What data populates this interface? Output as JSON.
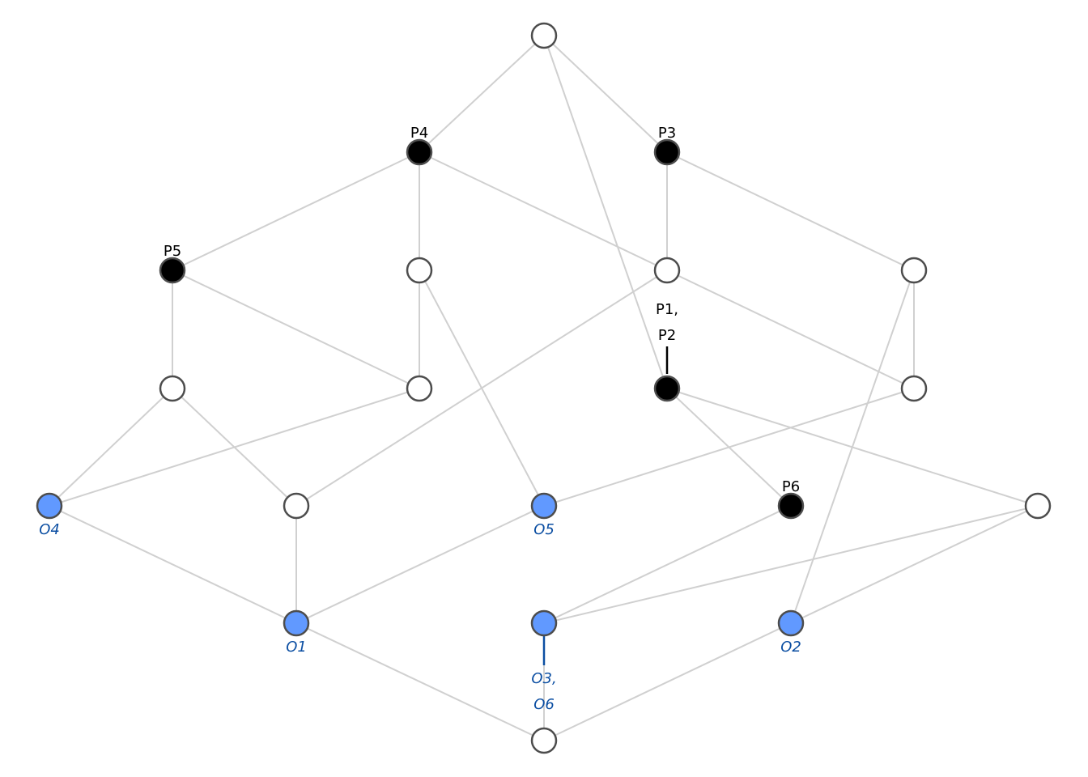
{
  "colors": {
    "edge": "#d0d0d0",
    "empty": "#ffffff",
    "property": "#000000",
    "object": "#6199ff",
    "object_text": "#0b4ea2",
    "outline": "#4d4d4d"
  },
  "nodes": [
    {
      "id": "top",
      "type": "empty"
    },
    {
      "id": "n4",
      "type": "property",
      "label": "P4"
    },
    {
      "id": "n3",
      "type": "property",
      "label": "P3"
    },
    {
      "id": "n5",
      "type": "property",
      "label": "P5"
    },
    {
      "id": "a1",
      "type": "empty"
    },
    {
      "id": "a2",
      "type": "empty"
    },
    {
      "id": "a3",
      "type": "empty"
    },
    {
      "id": "b1",
      "type": "empty"
    },
    {
      "id": "b2",
      "type": "empty"
    },
    {
      "id": "n12",
      "type": "property",
      "label_lines": [
        "P1,",
        "P2"
      ]
    },
    {
      "id": "b4",
      "type": "empty"
    },
    {
      "id": "o4",
      "type": "object",
      "label": "O4"
    },
    {
      "id": "c2",
      "type": "empty"
    },
    {
      "id": "o5",
      "type": "object",
      "label": "O5"
    },
    {
      "id": "n6",
      "type": "property",
      "label": "P6"
    },
    {
      "id": "c5",
      "type": "empty"
    },
    {
      "id": "o1",
      "type": "object",
      "label": "O1"
    },
    {
      "id": "o36",
      "type": "object",
      "label_lines": [
        "O3,",
        "O6"
      ]
    },
    {
      "id": "o2",
      "type": "object",
      "label": "O2"
    },
    {
      "id": "bottom",
      "type": "empty"
    }
  ],
  "edges": [
    [
      "top",
      "n4"
    ],
    [
      "top",
      "n3"
    ],
    [
      "top",
      "n12"
    ],
    [
      "n4",
      "n5"
    ],
    [
      "n4",
      "a1"
    ],
    [
      "n4",
      "a2"
    ],
    [
      "n3",
      "a2"
    ],
    [
      "n3",
      "a3"
    ],
    [
      "n5",
      "b1"
    ],
    [
      "n5",
      "b2"
    ],
    [
      "a1",
      "b2"
    ],
    [
      "a1",
      "o5"
    ],
    [
      "a2",
      "c2"
    ],
    [
      "a2",
      "b4"
    ],
    [
      "a3",
      "b4"
    ],
    [
      "a3",
      "o2"
    ],
    [
      "b1",
      "o4"
    ],
    [
      "b1",
      "c2"
    ],
    [
      "b2",
      "o4"
    ],
    [
      "n12",
      "n6"
    ],
    [
      "n12",
      "c5"
    ],
    [
      "b4",
      "o5"
    ],
    [
      "o4",
      "o1"
    ],
    [
      "c2",
      "o1"
    ],
    [
      "o5",
      "o1"
    ],
    [
      "n6",
      "o36"
    ],
    [
      "c5",
      "o36"
    ],
    [
      "c5",
      "o2"
    ],
    [
      "o1",
      "bottom"
    ],
    [
      "o36",
      "bottom"
    ],
    [
      "o2",
      "bottom"
    ]
  ]
}
